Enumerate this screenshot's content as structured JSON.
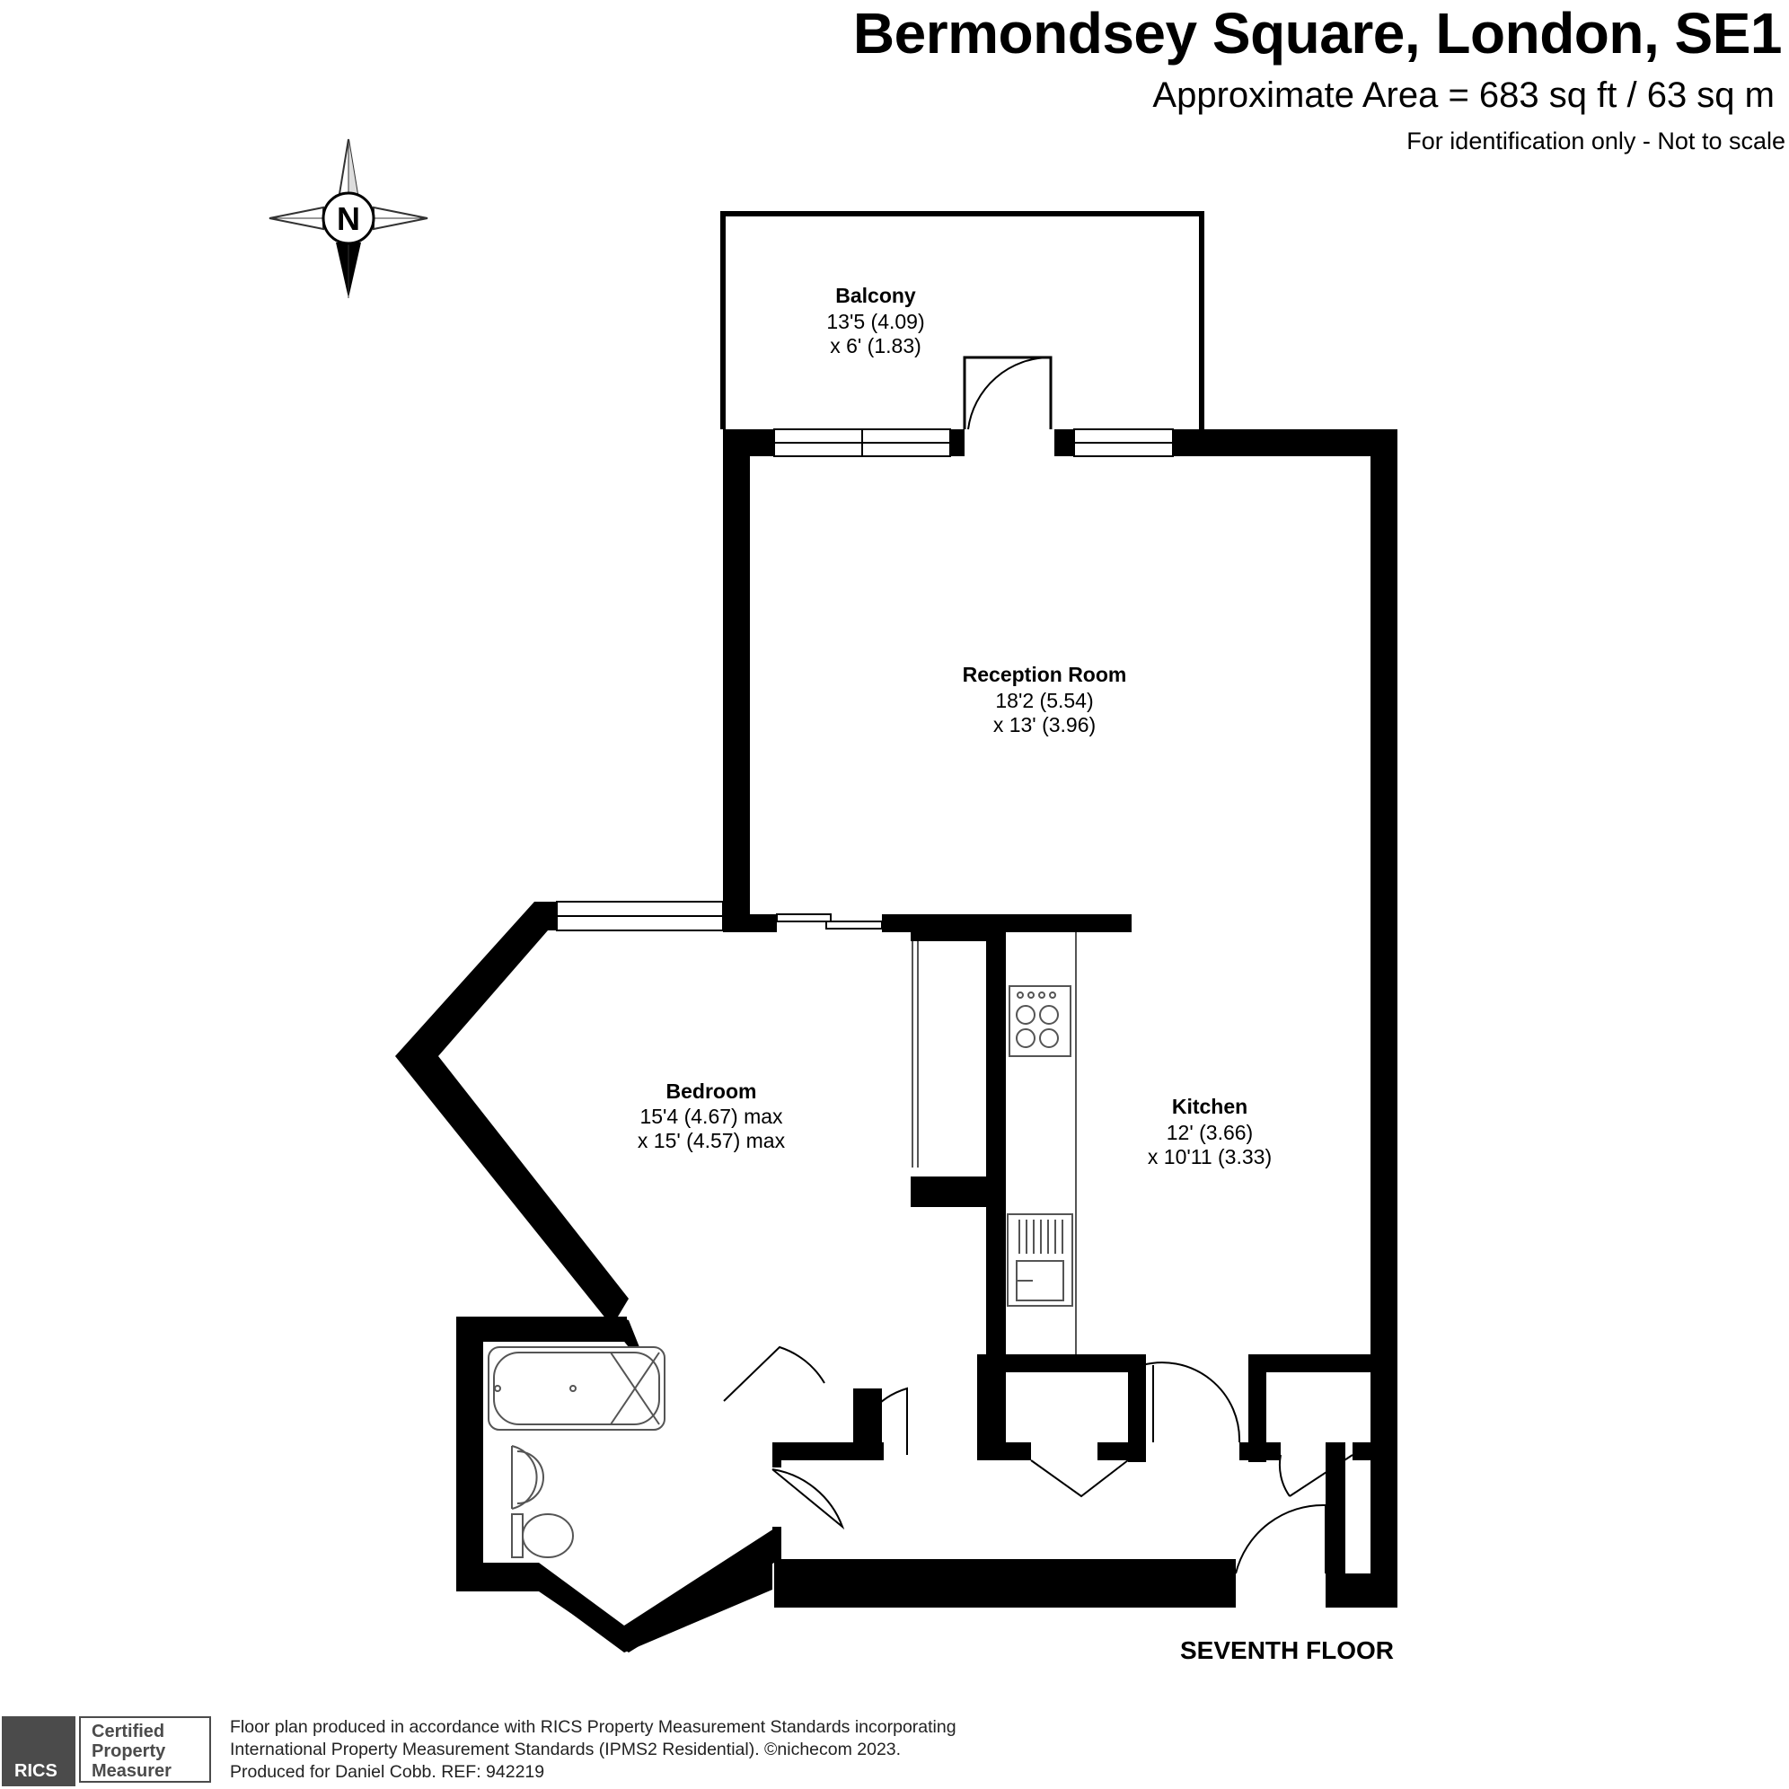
{
  "header": {
    "title": "Bermondsey Square, London, SE1",
    "area": "Approximate Area = 683 sq ft / 63 sq m",
    "note": "For identification only - Not to scale"
  },
  "compass": {
    "label": "N",
    "icon": "compass-icon"
  },
  "rooms": {
    "balcony": {
      "name": "Balcony",
      "dim1": "13'5 (4.09)",
      "dim2": "x 6' (1.83)"
    },
    "reception": {
      "name": "Reception Room",
      "dim1": "18'2 (5.54)",
      "dim2": "x 13' (3.96)"
    },
    "bedroom": {
      "name": "Bedroom",
      "dim1": "15'4 (4.67) max",
      "dim2": "x 15' (4.57) max"
    },
    "kitchen": {
      "name": "Kitchen",
      "dim1": "12' (3.66)",
      "dim2": "x 10'11 (3.33)"
    }
  },
  "floor": "SEVENTH FLOOR",
  "badge": {
    "brand": "RICS",
    "line1": "Certified",
    "line2": "Property",
    "line3": "Measurer"
  },
  "footer": {
    "line1": "Floor plan produced in accordance with RICS Property Measurement Standards incorporating",
    "line2": "International Property Measurement Standards (IPMS2 Residential).  ©nichecom 2023.",
    "line3": "Produced for Daniel Cobb.   REF:  942219"
  },
  "colors": {
    "wall": "#000000",
    "fixture": "#555555",
    "badge": "#4b4b4b"
  }
}
